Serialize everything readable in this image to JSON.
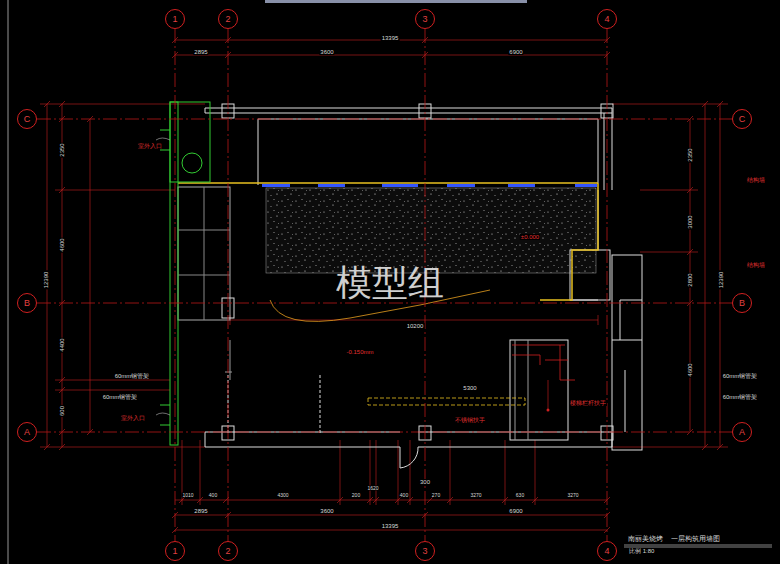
{
  "diagram": {
    "caption": "南丽美烧烤 一层构筑用墙图",
    "nodes": [
      {
        "text": [
          "1"
        ]
      },
      {
        "text": [
          "2"
        ]
      },
      {
        "text": [
          "3"
        ]
      },
      {
        "text": [
          "4"
        ]
      },
      {
        "text": [
          "C"
        ]
      },
      {
        "text": [
          "C"
        ]
      },
      {
        "text": [
          "B"
        ]
      },
      {
        "text": [
          "B"
        ]
      },
      {
        "text": [
          "A"
        ]
      },
      {
        "text": [
          "A"
        ]
      },
      {
        "text": [
          "1"
        ]
      },
      {
        "text": [
          "2"
        ]
      },
      {
        "text": [
          "3"
        ]
      },
      {
        "text": [
          "4"
        ]
      }
    ],
    "edges": [
      {
        "from": 0,
        "to": 10,
        "arrow": "none"
      },
      {
        "from": 1,
        "to": 11,
        "arrow": "none"
      },
      {
        "from": 2,
        "to": 12,
        "arrow": "none"
      },
      {
        "from": 3,
        "to": 13,
        "arrow": "none"
      },
      {
        "from": 4,
        "to": 5,
        "arrow": "none"
      },
      {
        "from": 6,
        "to": 7,
        "arrow": "none"
      },
      {
        "from": 8,
        "to": 9,
        "arrow": "none"
      }
    ],
    "labels": [
      "13395",
      "2895",
      "3600",
      "6900",
      "2350",
      "4600",
      "4400",
      "600",
      "12390",
      "2350",
      "3000",
      "2800",
      "4600",
      "12390",
      "室外入口",
      "室外入口",
      "60mm钢管架",
      "60mm钢管架",
      "60mm钢管架",
      "60mm钢管架",
      "±0.000",
      "-0.150mm",
      "10200",
      "5300",
      "不锈钢扶手",
      "楼梯栏杆扶手",
      "1010",
      "400",
      "4300",
      "200",
      "1620",
      "400",
      "270",
      "3270",
      "630",
      "3270",
      "300",
      "2895",
      "3600",
      "6900",
      "13395",
      "比例 1:80",
      "模型组",
      "结构墙",
      "结构墙"
    ]
  }
}
